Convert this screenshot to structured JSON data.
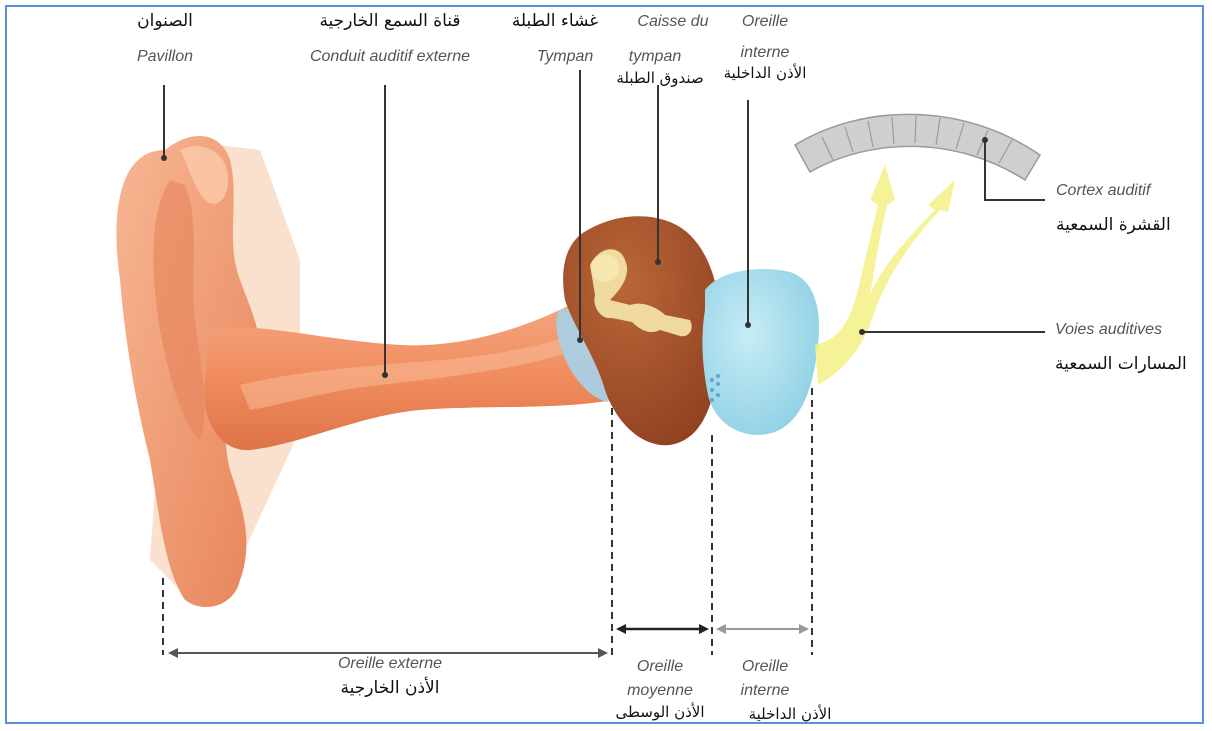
{
  "labels": {
    "pavilion": {
      "ar": "الصنوان",
      "fr": "Pavillon"
    },
    "canal": {
      "ar": "قناة السمع الخارجية",
      "fr": "Conduit auditif externe"
    },
    "tympan": {
      "ar": "غشاء الطبلة",
      "fr": "Tympan"
    },
    "caisse": {
      "fr1": "Caisse du",
      "fr2": "tympan",
      "ar": "صندوق الطبلة"
    },
    "oreille_interne_top": {
      "fr1": "Oreille",
      "fr2": "interne",
      "ar": "الأذن الداخلية"
    },
    "cortex": {
      "fr": "Cortex auditif",
      "ar": "القشرة السمعية"
    },
    "voies": {
      "fr": "Voies auditives",
      "ar": "المسارات السمعية"
    }
  },
  "regions": {
    "externe": {
      "fr": "Oreille externe",
      "ar": "الأذن الخارجية"
    },
    "moyenne": {
      "fr1": "Oreille",
      "fr2": "moyenne",
      "ar": "الأذن الوسطى"
    },
    "interne": {
      "fr1": "Oreille",
      "fr2": "interne",
      "ar": "الأذن الداخلية"
    }
  },
  "colors": {
    "border": "#5b8fd6",
    "ear_skin": "#f2a47a",
    "middle_ear": "#a8542e",
    "inner_ear": "#a8dcec",
    "pathway": "#f1ef88",
    "cortex": "#c8c8c8"
  }
}
